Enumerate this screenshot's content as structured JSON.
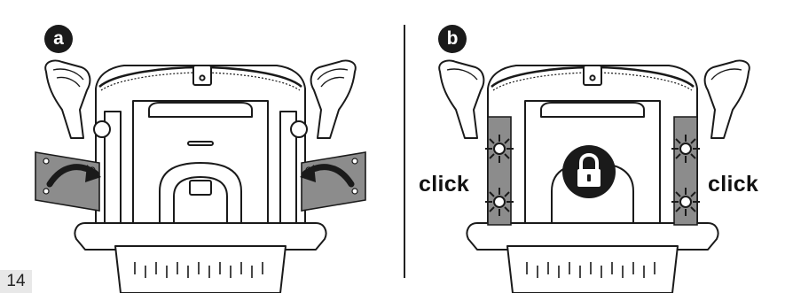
{
  "page": {
    "number": "14"
  },
  "steps": [
    {
      "label": "a"
    },
    {
      "label": "b"
    }
  ],
  "labels": {
    "click_left": "click",
    "click_right": "click"
  },
  "icons": {
    "lock": "lock-icon",
    "rotate_arrow": "curved-arrow-icon",
    "click_burst": "click-burst-icon"
  },
  "colors": {
    "ink": "#1a1a1a",
    "panel_fill": "#8c8c8c",
    "background": "#ffffff"
  }
}
